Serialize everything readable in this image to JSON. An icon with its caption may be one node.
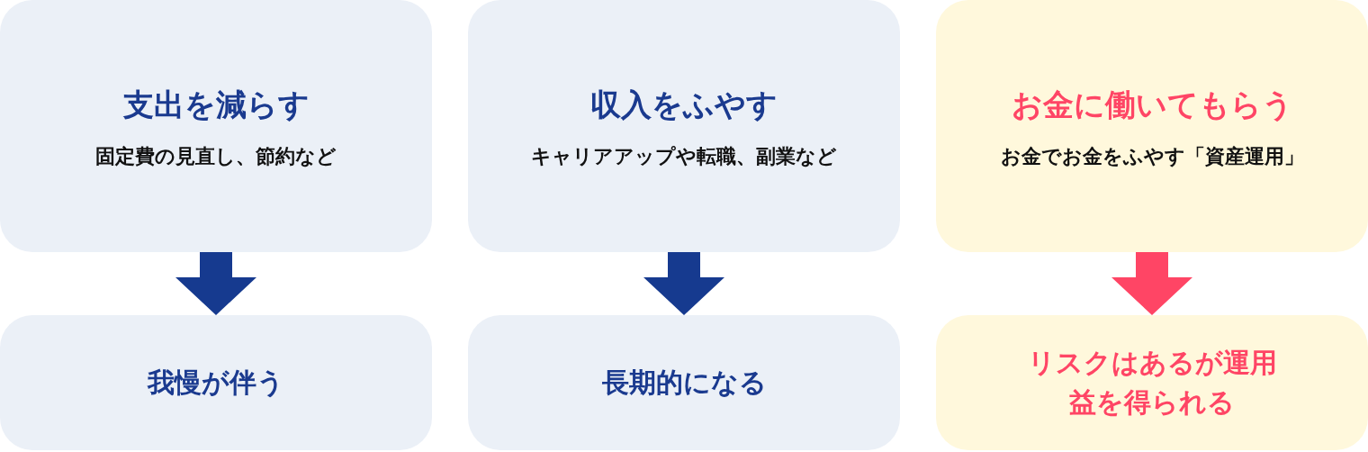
{
  "diagram": {
    "nodes": [
      {
        "text": [
          "支出を減らす",
          "固定費の見直し、節約など"
        ]
      },
      {
        "text": [
          "収入をふやす",
          "キャリアアップや転職、副業など"
        ]
      },
      {
        "text": [
          "お金に働いてもらう",
          "お金でお金をふやす「資産運用」"
        ]
      },
      {
        "text": [
          "我慢が伴う"
        ]
      },
      {
        "text": [
          "長期的になる"
        ]
      },
      {
        "text": [
          "リスクはあるが運用益を得られる"
        ]
      }
    ],
    "edges": [
      {
        "from": 0,
        "to": 3,
        "arrow": "to",
        "style": "thick"
      },
      {
        "from": 1,
        "to": 4,
        "arrow": "to",
        "style": "thick"
      },
      {
        "from": 2,
        "to": 5,
        "arrow": "to",
        "style": "thick",
        "color": "#ff4565"
      }
    ]
  }
}
